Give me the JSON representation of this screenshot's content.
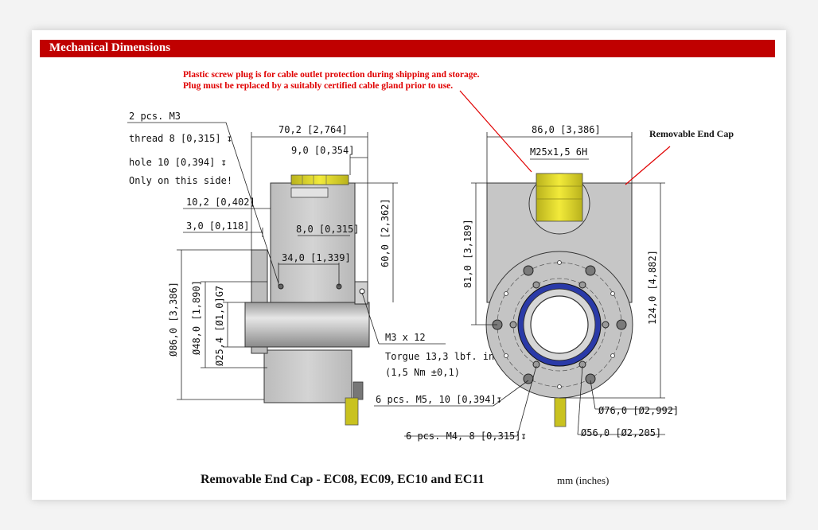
{
  "header": {
    "title": "Mechanical Dimensions"
  },
  "note": {
    "line1": "Plastic screw plug is for cable outlet protection during shipping and storage.",
    "line2": "Plug must be replaced by a suitably certified cable gland prior to use."
  },
  "side_view": {
    "screws_line1": "2 pcs. M3",
    "screws_line2": "thread 8 [0,315] ↧",
    "screws_line3": "hole 10 [0,394] ↧",
    "screws_line4": "Only on this side!",
    "dim_overall_depth": "70,2 [2,764]",
    "dim_cap": "9,0 [0,354]",
    "dim_flange": "10,2 [0,402]",
    "dim_collar": "3,0 [0,118]",
    "dim_screw_offset": "8,0 [0,315]",
    "dim_screw_spacing": "34,0 [1,339]",
    "dim_height_60": "60,0 [2,362]",
    "dim_dia_86": "Ø86,0 [3,386]",
    "dim_dia_48": "Ø48,0 [1,890]",
    "dim_dia_25": "Ø25,4 [Ø1,0]G7",
    "clamp_line1": "M3 x 12",
    "clamp_line2": "Torgue 13,3 lbf. in.",
    "clamp_line3": "(1,5 Nm ±0,1)"
  },
  "front_view": {
    "removable_label": "Removable End Cap",
    "dim_width": "86,0 [3,386]",
    "dim_thread": "M25x1,5 6H",
    "dim_81": "81,0 [3,189]",
    "dim_124": "124,0 [4,882]",
    "m5_holes": "6 pcs. M5, 10 [0,394]↧",
    "m4_holes": "6 pcs. M4, 8 [0,315]↧",
    "bolt_circle_76": "Ø76,0 [Ø2,992]",
    "bolt_circle_56": "Ø56,0 [Ø2,205]"
  },
  "caption": {
    "title": "Removable End Cap -  EC08, EC09, EC10 and EC11",
    "units": "mm (inches)"
  },
  "colors": {
    "header_red": "#c00000",
    "note_red": "#e00000",
    "plug_yellow": "#e8e02a",
    "bearing_blue": "#2a3aa8",
    "body_grey": "#c8c8c8"
  }
}
